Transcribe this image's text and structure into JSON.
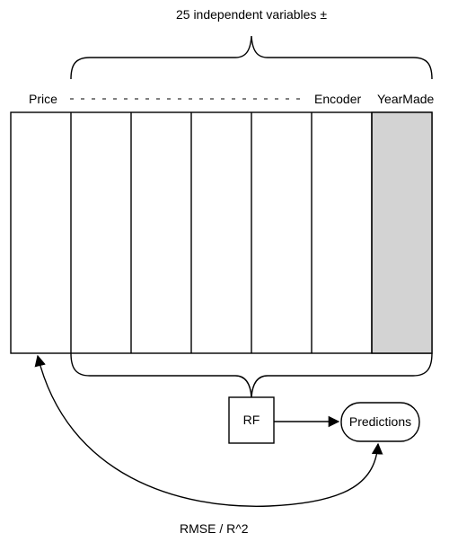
{
  "header": {
    "variables_label": "25 independent variables ±"
  },
  "columns": {
    "left_label": "Price",
    "encoder_label": "Encoder",
    "right_label": "YearMade",
    "count": 7,
    "highlight_color": "#d3d3d3"
  },
  "model": {
    "label": "RF"
  },
  "output": {
    "label": "Predictions"
  },
  "metric": {
    "label": "RMSE / R^2"
  }
}
